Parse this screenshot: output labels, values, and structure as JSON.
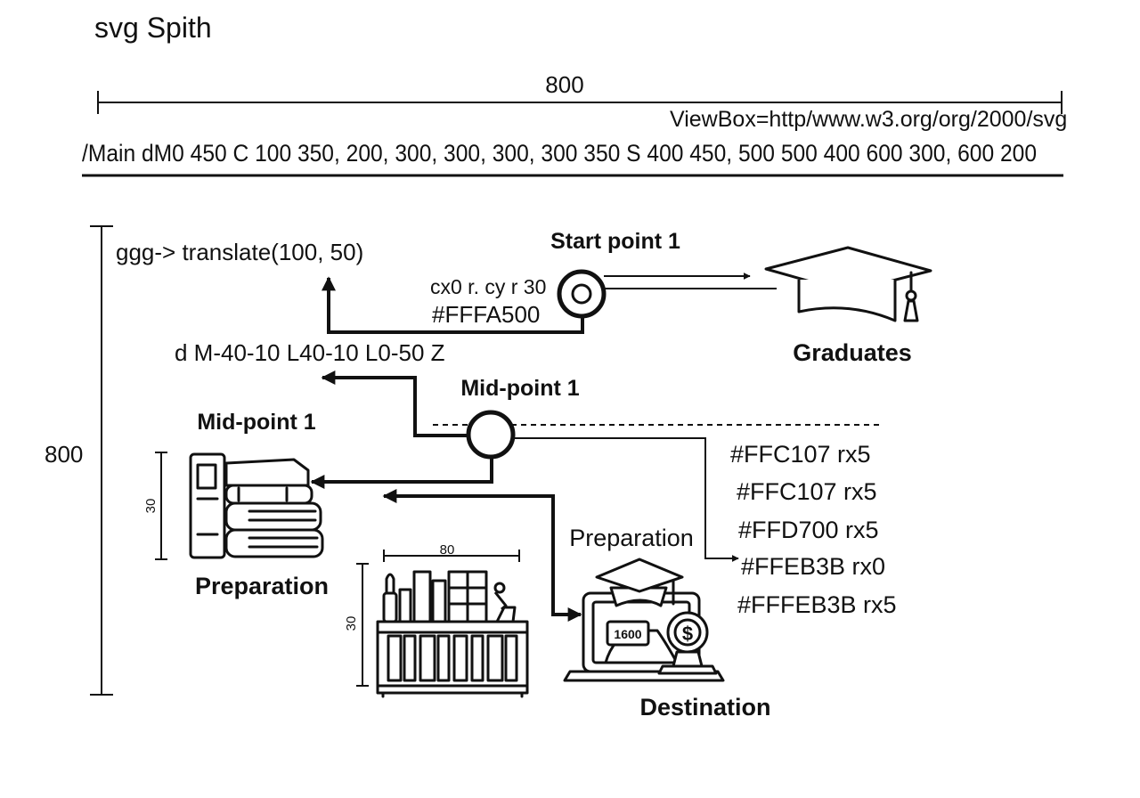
{
  "title": "svg Spith",
  "width_dim_label": "800",
  "height_dim_label": "800",
  "viewbox_text": "ViewBox=http/www.w3.org/org/2000/svg",
  "path_text": "/Main dM0 450 C 100 350, 200, 300, 300, 300, 300 350 S 400 450, 500 500 400 600 300, 600 200",
  "group_text": "ggg-> translate(100, 50)",
  "circle_attr_text": "cx0 r. cy r 30",
  "circle_color_text": "#FFFA500",
  "arrow_path_text": "d M-40-10 L40-10 L0-50 Z",
  "nodes": {
    "start": "Start point 1",
    "graduates": "Graduates",
    "mid_center": "Mid-point 1",
    "mid_left": "Mid-point 1",
    "preparation_left": "Preparation",
    "preparation_right": "Preparation",
    "destination": "Destination"
  },
  "color_list": [
    "#FFC107 rx5",
    "#FFC107 rx5",
    "#FFD700 rx5",
    "#FFEB3B rx0",
    "#FFFEB3B rx5"
  ],
  "books_dim_label": "30",
  "shelf_width_label": "80",
  "shelf_height_label": "30",
  "laptop_label": "1600",
  "dollar_symbol": "$",
  "icons": [
    "graduation-cap-icon",
    "books-icon",
    "bookshelf-icon",
    "laptop-graduation-icon",
    "dollar-coin-icon"
  ]
}
